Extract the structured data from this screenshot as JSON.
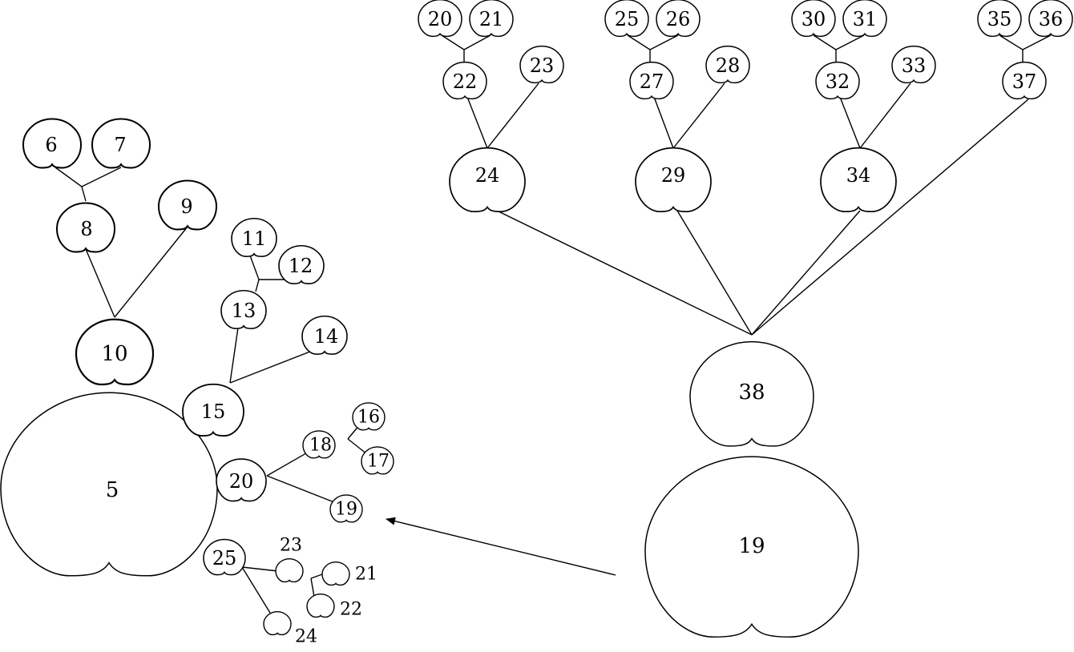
{
  "colors": {
    "stroke": "#000000",
    "background": "#ffffff"
  },
  "left_tree": {
    "nodes": [
      {
        "id": "n5",
        "label": "5"
      },
      {
        "id": "n10",
        "label": "10"
      },
      {
        "id": "n8",
        "label": "8"
      },
      {
        "id": "n9",
        "label": "9"
      },
      {
        "id": "n6",
        "label": "6"
      },
      {
        "id": "n7",
        "label": "7"
      },
      {
        "id": "n15",
        "label": "15"
      },
      {
        "id": "n13",
        "label": "13"
      },
      {
        "id": "n14",
        "label": "14"
      },
      {
        "id": "n11",
        "label": "11"
      },
      {
        "id": "n12",
        "label": "12"
      },
      {
        "id": "n20",
        "label": "20"
      },
      {
        "id": "n18",
        "label": "18"
      },
      {
        "id": "n19",
        "label": "19"
      },
      {
        "id": "n16",
        "label": "16"
      },
      {
        "id": "n17",
        "label": "17"
      },
      {
        "id": "n25",
        "label": "25"
      },
      {
        "id": "n23",
        "label": "23"
      },
      {
        "id": "n24",
        "label": "24"
      },
      {
        "id": "n21",
        "label": "21"
      },
      {
        "id": "n22",
        "label": "22"
      }
    ]
  },
  "right_tree": {
    "nodes": [
      {
        "id": "r19",
        "label": "19"
      },
      {
        "id": "r38",
        "label": "38"
      },
      {
        "id": "r24",
        "label": "24"
      },
      {
        "id": "r29",
        "label": "29"
      },
      {
        "id": "r34",
        "label": "34"
      },
      {
        "id": "r37",
        "label": "37"
      },
      {
        "id": "r22",
        "label": "22"
      },
      {
        "id": "r23",
        "label": "23"
      },
      {
        "id": "r20",
        "label": "20"
      },
      {
        "id": "r21",
        "label": "21"
      },
      {
        "id": "r27",
        "label": "27"
      },
      {
        "id": "r28",
        "label": "28"
      },
      {
        "id": "r25",
        "label": "25"
      },
      {
        "id": "r26",
        "label": "26"
      },
      {
        "id": "r32",
        "label": "32"
      },
      {
        "id": "r33",
        "label": "33"
      },
      {
        "id": "r30",
        "label": "30"
      },
      {
        "id": "r31",
        "label": "31"
      },
      {
        "id": "r35",
        "label": "35"
      },
      {
        "id": "r36",
        "label": "36"
      }
    ]
  }
}
